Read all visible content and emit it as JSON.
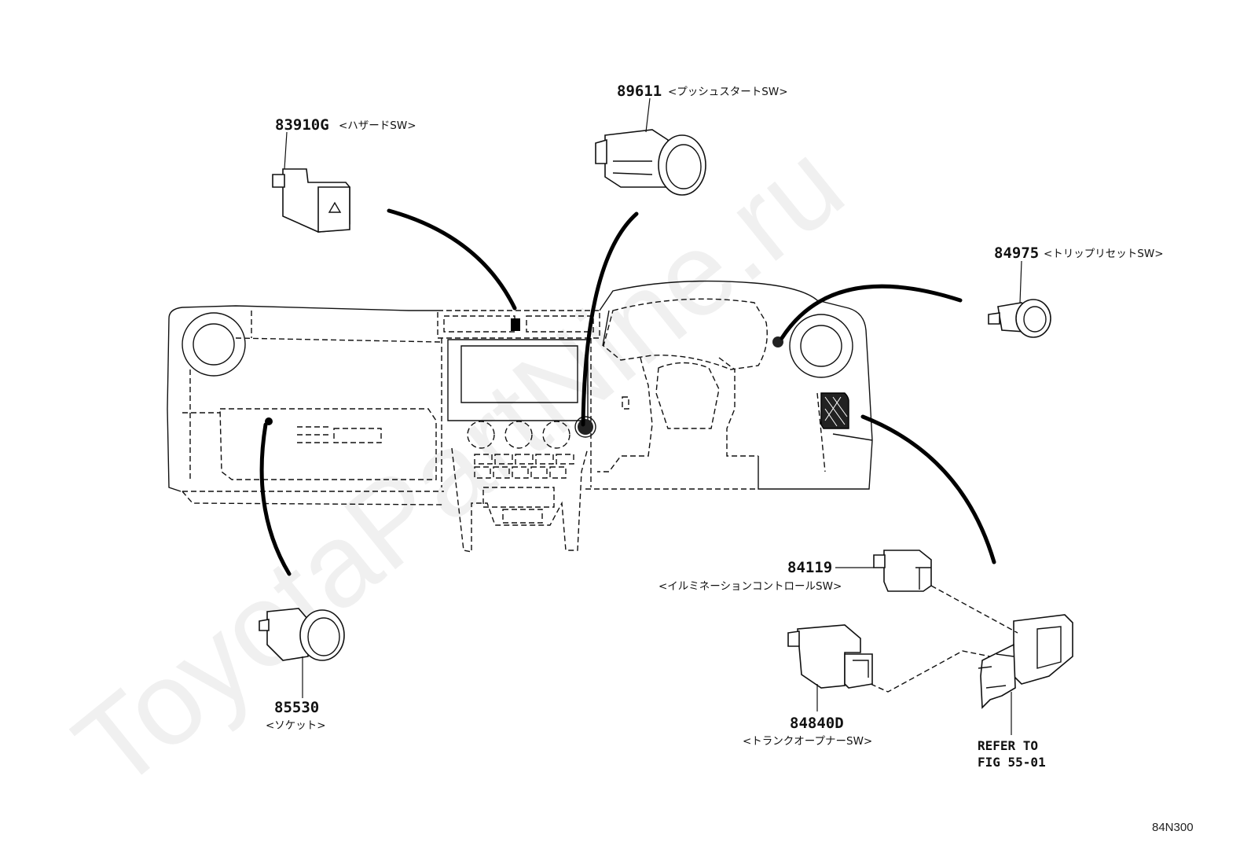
{
  "watermark": "ToyotaPartNine.ru",
  "diagram_code": "84N300",
  "refer": {
    "line1": "REFER TO",
    "line2": "FIG 55-01"
  },
  "parts": [
    {
      "id": "hazard",
      "number": "83910G",
      "desc": "<ハザードSW>"
    },
    {
      "id": "push-start",
      "number": "89611",
      "desc": "<プッシュスタートSW>"
    },
    {
      "id": "trip-reset",
      "number": "84975",
      "desc": "<トリップリセットSW>"
    },
    {
      "id": "illumination",
      "number": "84119",
      "desc": "<イルミネーションコントロールSW>"
    },
    {
      "id": "socket",
      "number": "85530",
      "desc": "<ソケット>"
    },
    {
      "id": "trunk-opener",
      "number": "84840D",
      "desc": "<トランクオープナーSW>"
    }
  ]
}
